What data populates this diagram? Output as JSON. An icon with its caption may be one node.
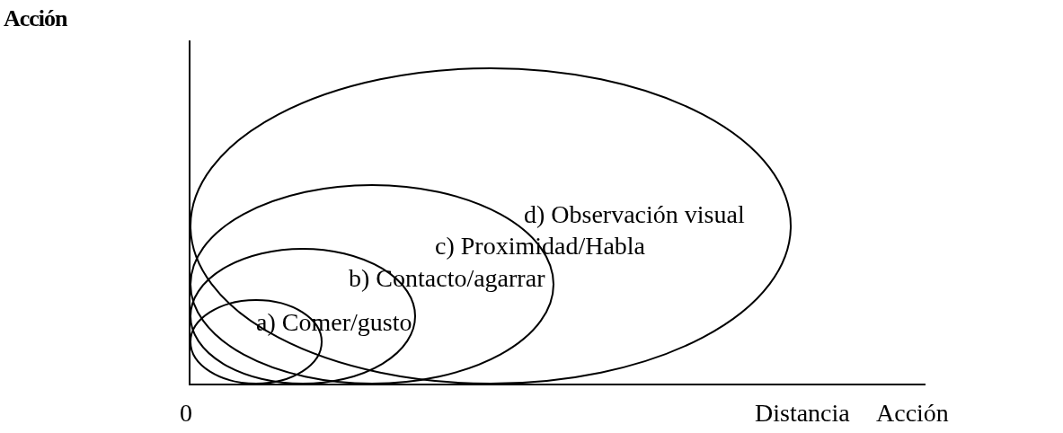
{
  "diagram": {
    "nodes": [
      {
        "text": [
          "d) Observación visual"
        ]
      },
      {
        "text": [
          "c) Proximidad/Habla"
        ],
        "in": 0
      },
      {
        "text": [
          "b) Contacto/agarrar"
        ],
        "in": 1
      },
      {
        "text": [
          "a) Comer/gusto"
        ],
        "in": 2
      }
    ],
    "labels": [
      "Acción",
      "0",
      "Distancia",
      "Acción"
    ]
  }
}
